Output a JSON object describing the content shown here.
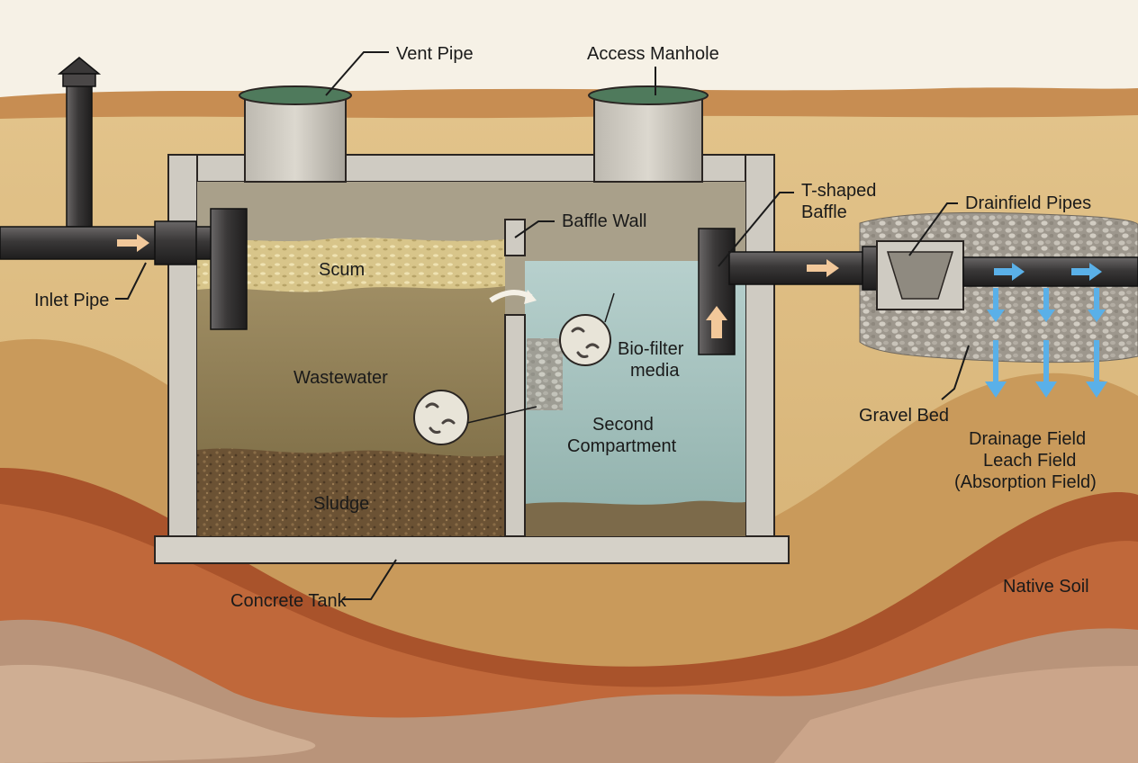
{
  "labels": {
    "vent_pipe": "Vent Pipe",
    "access_manhole": "Access Manhole",
    "t_shaped_baffle_line1": "T-shaped",
    "t_shaped_baffle_line2": "Baffle",
    "drainfield_pipes": "Drainfield Pipes",
    "baffle_wall": "Baffle Wall",
    "scum": "Scum",
    "inlet_pipe": "Inlet Pipe",
    "biofilter_line1": "Bio-filter",
    "biofilter_line2": "media",
    "wastewater": "Wastewater",
    "second_compartment_line1": "Second",
    "second_compartment_line2": "Compartment",
    "gravel_bed": "Gravel Bed",
    "drainage_field_line1": "Drainage Field",
    "drainage_field_line2": "Leach Field",
    "drainage_field_line3": "(Absorption Field)",
    "sludge": "Sludge",
    "concrete_tank": "Concrete Tank",
    "native_soil": "Native Soil"
  },
  "colors": {
    "soil_light": "#d9b77c",
    "soil_mid": "#c99a5b",
    "soil_red": "#a9532b",
    "rock": "#b9947a",
    "concrete": "#cfcbc2",
    "wastewater": "#8a7a52",
    "clear_water": "#9fbcbc",
    "scum": "#d8c58a",
    "sludge": "#6b5234",
    "pipe": "#3c3a3a",
    "manhole_lid": "#4f7a5c",
    "flow_arrow": "#f2c89a",
    "drain_arrow": "#5ab0e8",
    "gravel": "#a9a49b"
  }
}
